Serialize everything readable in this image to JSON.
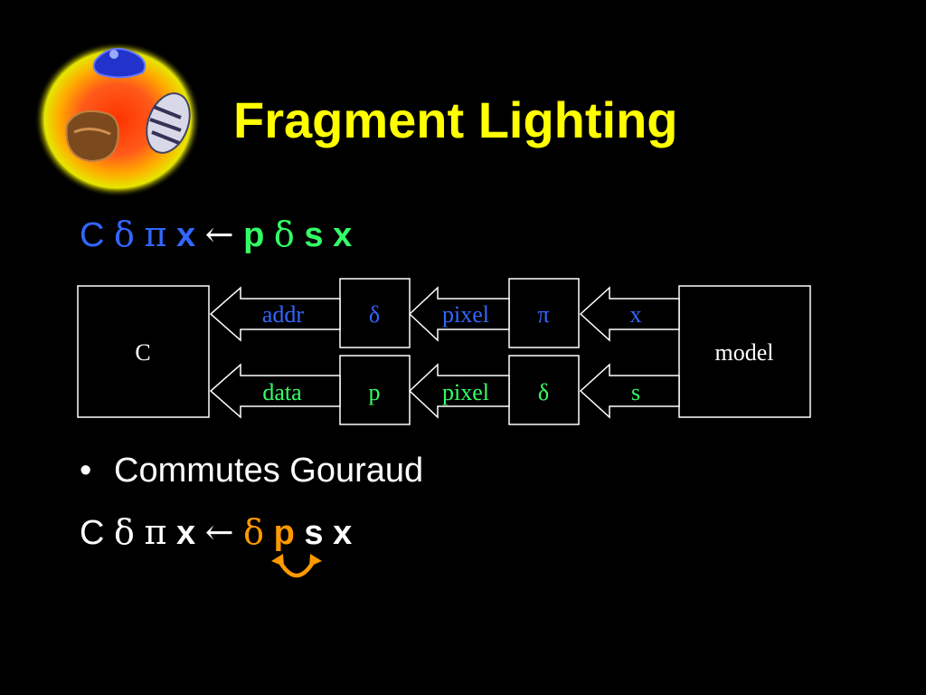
{
  "slide": {
    "title": "Fragment Lighting",
    "colors": {
      "background": "#000000",
      "title": "#ffff00",
      "blue": "#3366ff",
      "green": "#33ff66",
      "orange": "#ff9900",
      "white": "#ffffff"
    }
  },
  "logo": {
    "icon": "teapot-explosion-logo-icon"
  },
  "formula1": {
    "parts": [
      {
        "text": "C",
        "color": "#3366ff",
        "bold": false,
        "greek": false
      },
      {
        "text": "δ",
        "color": "#3366ff",
        "bold": false,
        "greek": true
      },
      {
        "text": "π",
        "color": "#3366ff",
        "bold": false,
        "greek": true
      },
      {
        "text": "x",
        "color": "#3366ff",
        "bold": true,
        "greek": false
      },
      {
        "text": "←",
        "color": "#ffffff",
        "bold": false,
        "greek": true
      },
      {
        "text": "p",
        "color": "#33ff66",
        "bold": true,
        "greek": false
      },
      {
        "text": "δ",
        "color": "#33ff66",
        "bold": false,
        "greek": true
      },
      {
        "text": "s",
        "color": "#33ff66",
        "bold": true,
        "greek": false
      },
      {
        "text": "x",
        "color": "#33ff66",
        "bold": true,
        "greek": false
      }
    ]
  },
  "diagram": {
    "boxes": {
      "c": "C",
      "top_delta": "δ",
      "top_pi": "π",
      "bottom_p": "p",
      "bottom_delta": "δ",
      "model": "model"
    },
    "arrows": {
      "top_addr": "addr",
      "top_pixel": "pixel",
      "top_x": "x",
      "bottom_data": "data",
      "bottom_pixel": "pixel",
      "bottom_s": "s"
    }
  },
  "bullets": [
    {
      "text": "Commutes Gouraud"
    }
  ],
  "formula2": {
    "parts": [
      {
        "text": "C",
        "color": "#ffffff",
        "bold": false,
        "greek": false
      },
      {
        "text": "δ",
        "color": "#ffffff",
        "bold": false,
        "greek": true
      },
      {
        "text": "π",
        "color": "#ffffff",
        "bold": false,
        "greek": true
      },
      {
        "text": "x",
        "color": "#ffffff",
        "bold": true,
        "greek": false
      },
      {
        "text": "←",
        "color": "#ffffff",
        "bold": false,
        "greek": true
      },
      {
        "text": "δ",
        "color": "#ff9900",
        "bold": false,
        "greek": true
      },
      {
        "text": "p",
        "color": "#ff9900",
        "bold": true,
        "greek": false
      },
      {
        "text": "s",
        "color": "#ffffff",
        "bold": true,
        "greek": false
      },
      {
        "text": "x",
        "color": "#ffffff",
        "bold": true,
        "greek": false
      }
    ]
  },
  "swap_indicator": {
    "icon": "swap-arrows-icon",
    "color": "#ff9900"
  }
}
